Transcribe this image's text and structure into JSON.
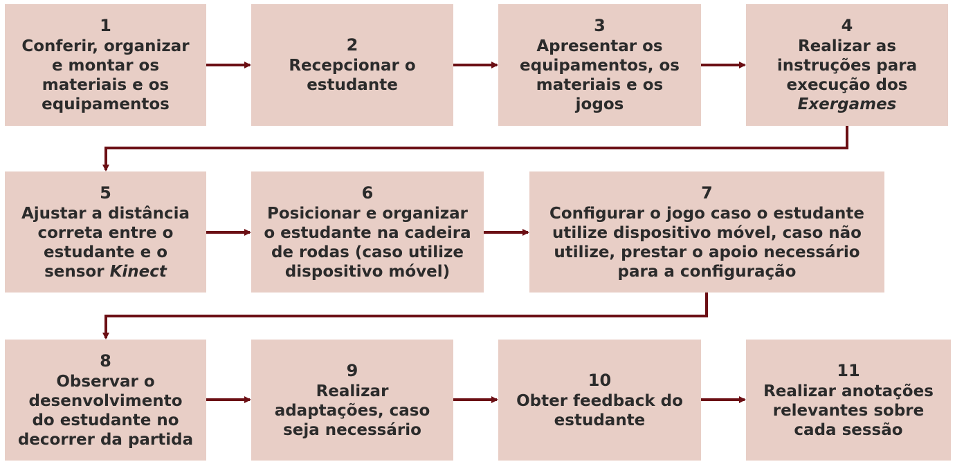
{
  "colors": {
    "box": "#e8cec6",
    "arrow": "#6b0f14",
    "text": "#2b2b2b"
  },
  "steps": [
    {
      "number": "1",
      "text": "Conferir, organizar\ne montar os\nmateriais e os\nequipamentos",
      "italic": ""
    },
    {
      "number": "2",
      "text": "Recepcionar o\nestudante",
      "italic": ""
    },
    {
      "number": "3",
      "text": "Apresentar os\nequipamentos, os\nmateriais e os\njogos",
      "italic": ""
    },
    {
      "number": "4",
      "text": "Realizar as\ninstruções para\nexecução dos\n",
      "italic": "Exergames"
    },
    {
      "number": "5",
      "text": "Ajustar a distância\ncorreta  entre o\nestudante e o\nsensor ",
      "italic": "Kinect"
    },
    {
      "number": "6",
      "text": "Posicionar e organizar\no estudante na cadeira\nde rodas (caso utilize\ndispositivo móvel)",
      "italic": ""
    },
    {
      "number": "7",
      "text": "Configurar o jogo caso o estudante\nutilize dispositivo móvel, caso não\nutilize, prestar o apoio necessário\npara a configuração",
      "italic": ""
    },
    {
      "number": "8",
      "text": "Observar o\ndesenvolvimento\ndo estudante no\ndecorrer da partida",
      "italic": ""
    },
    {
      "number": "9",
      "text": "Realizar\nadaptações, caso\nseja necessário",
      "italic": ""
    },
    {
      "number": "10",
      "text": "Obter feedback do\nestudante",
      "italic": ""
    },
    {
      "number": "11",
      "text": "Realizar anotações\nrelevantes sobre\ncada sessão",
      "italic": ""
    }
  ]
}
